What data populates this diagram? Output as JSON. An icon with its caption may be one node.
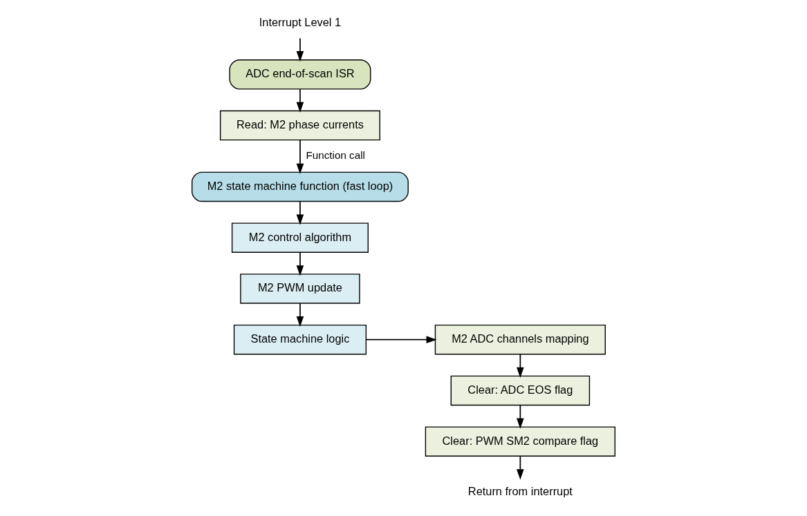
{
  "diagram": {
    "nodes": [
      {
        "text": [
          "Interrupt Level 1"
        ]
      },
      {
        "text": [
          "ADC end-of-scan ISR"
        ]
      },
      {
        "text": [
          "Read: M2 phase currents"
        ]
      },
      {
        "text": [
          "M2 state machine function (fast loop)"
        ]
      },
      {
        "text": [
          "M2 control algorithm"
        ]
      },
      {
        "text": [
          "M2 PWM update"
        ]
      },
      {
        "text": [
          "State machine logic"
        ]
      },
      {
        "text": [
          "M2 ADC channels mapping"
        ]
      },
      {
        "text": [
          "Clear: ADC EOS flag"
        ]
      },
      {
        "text": [
          "Clear: PWM SM2 compare flag"
        ]
      },
      {
        "text": [
          "Return from interrupt"
        ]
      }
    ],
    "edges": [
      {
        "from": 0,
        "to": 1,
        "arrow": "to"
      },
      {
        "from": 1,
        "to": 2,
        "arrow": "to"
      },
      {
        "from": 2,
        "to": 3,
        "arrow": "to",
        "label": "Function call"
      },
      {
        "from": 3,
        "to": 4,
        "arrow": "to"
      },
      {
        "from": 4,
        "to": 5,
        "arrow": "to"
      },
      {
        "from": 5,
        "to": 6,
        "arrow": "to"
      },
      {
        "from": 6,
        "to": 7,
        "arrow": "to"
      },
      {
        "from": 7,
        "to": 8,
        "arrow": "to"
      },
      {
        "from": 8,
        "to": 9,
        "arrow": "to"
      },
      {
        "from": 9,
        "to": 10,
        "arrow": "to"
      }
    ]
  }
}
